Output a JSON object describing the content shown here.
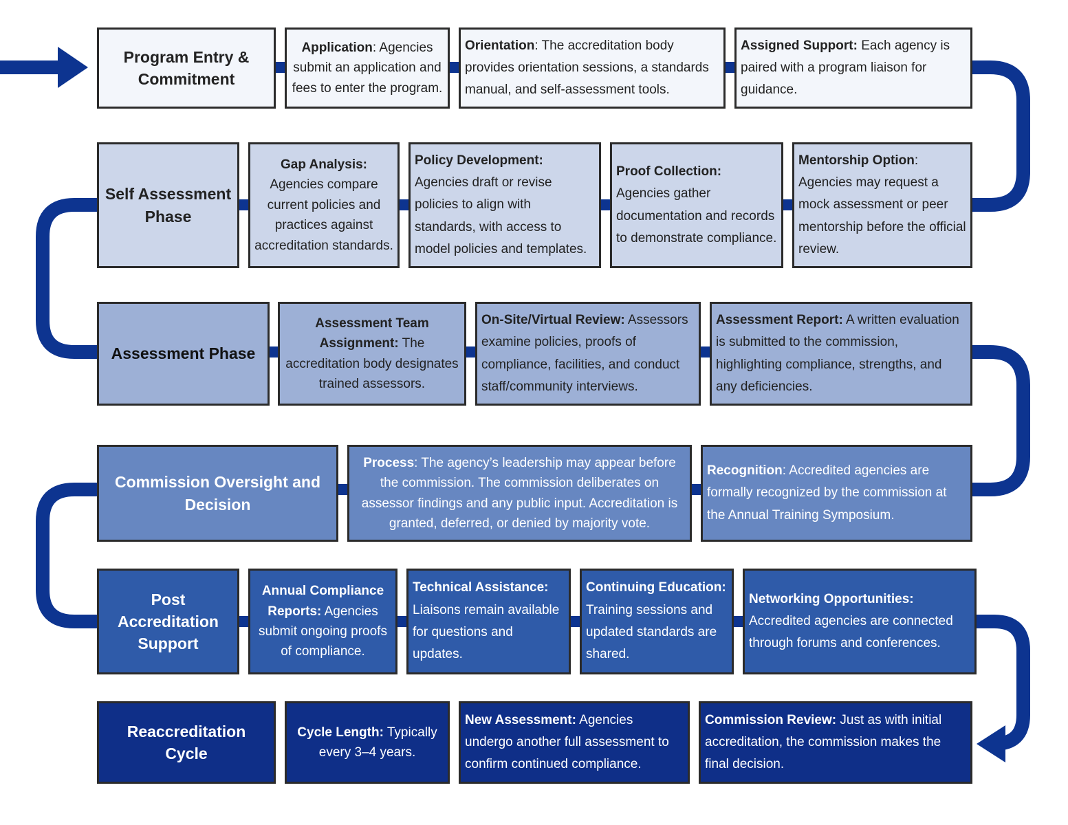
{
  "rows": [
    {
      "phase": "Program Entry & Commitment",
      "steps": [
        {
          "lead": "Application",
          "text": ": Agencies submit an application and fees to enter the program."
        },
        {
          "lead": "Orientation",
          "text": ": The accreditation body provides orientation sessions, a standards manual, and self-assessment tools."
        },
        {
          "lead": "Assigned Support:",
          "text": " Each agency is paired with a program liaison for guidance."
        }
      ]
    },
    {
      "phase": "Self Assessment Phase",
      "steps": [
        {
          "lead": "Gap Analysis:",
          "text": "Agencies compare current policies and practices against accreditation standards."
        },
        {
          "lead": "Policy Development:",
          "text": "Agencies draft or revise policies to align with standards, with access to model policies and templates."
        },
        {
          "lead": "Proof Collection:",
          "text": "Agencies gather documentation and records to demonstrate compliance."
        },
        {
          "lead": "Mentorship Option",
          "text": ": Agencies may request a mock assessment or peer mentorship before the official review."
        }
      ]
    },
    {
      "phase": "Assessment Phase",
      "steps": [
        {
          "lead": "Assessment Team Assignment:",
          "text": " The accreditation body designates trained assessors."
        },
        {
          "lead": "On-Site/Virtual Review:",
          "text": " Assessors examine policies, proofs of compliance, facilities, and conduct staff/community interviews."
        },
        {
          "lead": "Assessment Report:",
          "text": " A written evaluation is submitted to the commission, highlighting compliance, strengths, and any deficiencies."
        }
      ]
    },
    {
      "phase": "Commission Oversight and Decision",
      "steps": [
        {
          "lead": "Process",
          "text": ": The agency’s leadership may appear before the commission. The commission deliberates on assessor findings and any public input. Accreditation is granted, deferred, or denied by majority vote."
        },
        {
          "lead": "Recognition",
          "text": ": Accredited agencies are formally recognized by the commission at the Annual Training Symposium."
        }
      ]
    },
    {
      "phase": "Post Accreditation Support",
      "steps": [
        {
          "lead": "Annual Compliance Reports:",
          "text": " Agencies submit ongoing proofs of compliance."
        },
        {
          "lead": "Technical Assistance:",
          "text": "Liaisons remain available for questions and updates."
        },
        {
          "lead": "Continuing Education:",
          "text": "Training sessions and updated standards are shared."
        },
        {
          "lead": "Networking Opportunities:",
          "text": "Accredited agencies are connected through forums and conferences."
        }
      ]
    },
    {
      "phase": "Reaccreditation Cycle",
      "steps": [
        {
          "lead": "Cycle Length:",
          "text": " Typically every 3–4 years."
        },
        {
          "lead": "New Assessment:",
          "text": " Agencies undergo another full assessment to confirm continued compliance."
        },
        {
          "lead": "Commission Review:",
          "text": " Just as with initial accreditation, the commission makes the final decision."
        }
      ]
    }
  ],
  "colors": {
    "connector": "#0d3490",
    "row1": "#f3f6fb",
    "row2": "#ccd6ea",
    "row3": "#9db0d6",
    "row4": "#6787c1",
    "row5": "#2f5ba9",
    "row6": "#153b8d"
  }
}
